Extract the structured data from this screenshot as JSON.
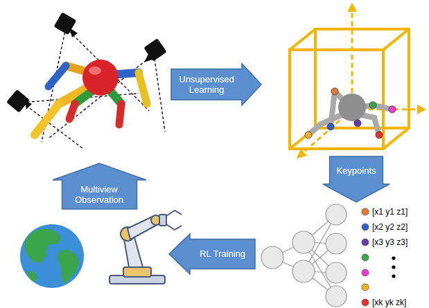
{
  "diagram": {
    "nodes": [
      {
        "text": [
          "Unsupervised Learning"
        ]
      },
      {
        "text": [
          "Keypoints"
        ]
      },
      {
        "text": [
          "RL Training"
        ]
      },
      {
        "text": [
          "Multiview Observation"
        ]
      }
    ],
    "labels": [
      "[x1 y1 z1]",
      "[x2 y2 z2]",
      "[x3 y3 z3]",
      "[xk yk zk]"
    ]
  }
}
